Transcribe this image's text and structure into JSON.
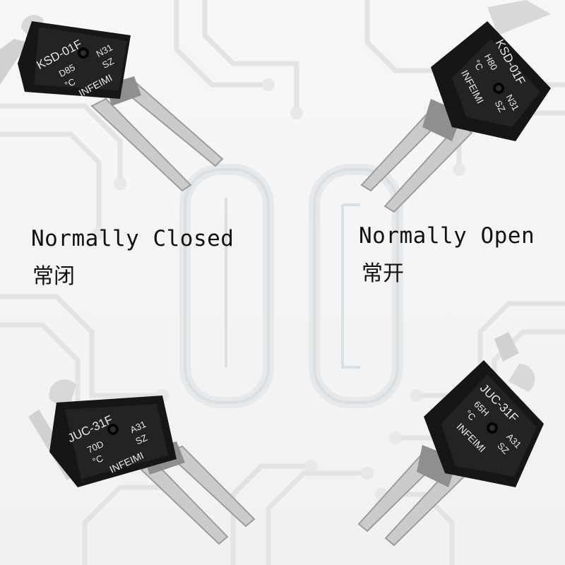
{
  "labels": {
    "normally_closed_en": "Normally Closed",
    "normally_closed_cn": "常闭",
    "normally_open_en": "Normally Open",
    "normally_open_cn": "常开"
  },
  "components": {
    "top_left": {
      "model": "KSD-01F",
      "temp": "D85",
      "code": "N31",
      "unit": "°C",
      "suffix": "SZ",
      "brand": "INFEIMI"
    },
    "top_right": {
      "model": "KSD-01F",
      "temp": "H80",
      "code": "N31",
      "unit": "°C",
      "suffix": "SZ",
      "brand": "INFEIMI"
    },
    "bottom_left": {
      "model": "JUC-31F",
      "temp": "70D",
      "code": "A31",
      "unit": "°C",
      "suffix": "SZ",
      "brand": "INFEIMI"
    },
    "bottom_right": {
      "model": "JUC-31F",
      "temp": "65H",
      "code": "A31",
      "unit": "°C",
      "suffix": "SZ",
      "brand": "INFEIMI"
    }
  },
  "colors": {
    "background": "#f1f2f3",
    "circuit_lines": "#e2e4e6",
    "body": "#1c1c1c",
    "marking": "#e8e8e8",
    "lead": "#c9cbcc",
    "text": "#111111"
  }
}
